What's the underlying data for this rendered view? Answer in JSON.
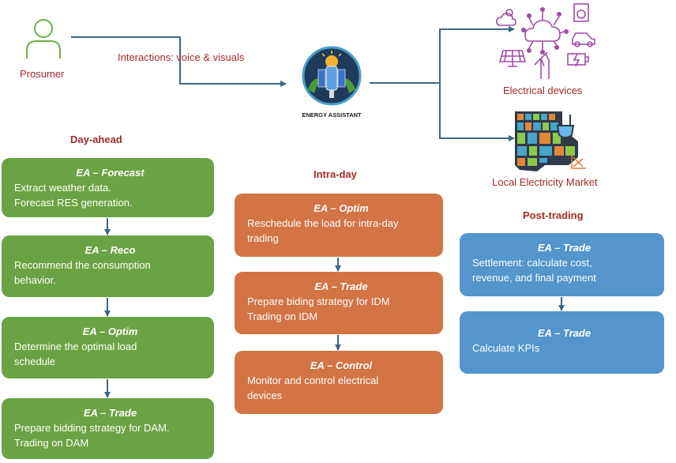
{
  "prosumer": {
    "label": "Prosumer",
    "icon": "person-icon"
  },
  "interaction_label": "Interactions: voice & visuals",
  "assistant": {
    "label": "ENERGY ASSISTANT",
    "icon": "energy-assistant-logo-icon"
  },
  "devices": {
    "label": "Electrical devices",
    "icon": "iot-cloud-devices-icon"
  },
  "market": {
    "label": "Local Electricity Market",
    "icon": "local-market-map-icon"
  },
  "colors": {
    "day_ahead": "#6aa343",
    "intra_day": "#d27443",
    "post_trading": "#5395cc",
    "arrow": "#3e6786",
    "label": "#a52a2a",
    "devices_icon": "#9b3b9e"
  },
  "phases": [
    {
      "title": "Day-ahead",
      "steps": [
        {
          "title": "EA – Forecast",
          "lines": [
            "Extract weather data.",
            "Forecast RES generation."
          ]
        },
        {
          "title": "EA – Reco",
          "lines": [
            "Recommend the consumption",
            "behavior."
          ]
        },
        {
          "title": "EA – Optim",
          "lines": [
            "Determine the optimal load",
            "schedule"
          ]
        },
        {
          "title": "EA – Trade",
          "lines": [
            "Prepare bidding strategy for DAM.",
            "Trading on DAM"
          ]
        }
      ]
    },
    {
      "title": "Intra-day",
      "steps": [
        {
          "title": "EA – Optim",
          "lines": [
            "Reschedule the load for intra-day",
            "trading"
          ]
        },
        {
          "title": "EA – Trade",
          "lines": [
            "Prepare biding strategy for IDM",
            "Trading on IDM"
          ]
        },
        {
          "title": "EA – Control",
          "lines": [
            "Monitor and control electrical",
            "devices"
          ]
        }
      ]
    },
    {
      "title": "Post-trading",
      "steps": [
        {
          "title": "EA – Trade",
          "lines": [
            "Settlement: calculate cost,",
            "revenue, and final payment"
          ]
        },
        {
          "title": "EA – Trade",
          "lines": [
            "Calculate KPIs"
          ]
        }
      ]
    }
  ]
}
